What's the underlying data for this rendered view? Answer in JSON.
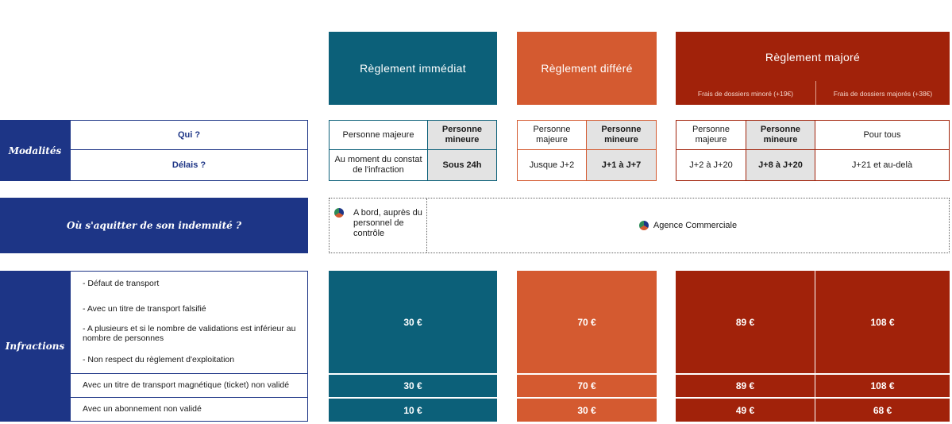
{
  "headers": {
    "immediat": "Règlement immédiat",
    "differe": "Règlement différé",
    "majore": "Règlement majoré",
    "majore_sub1": "Frais de dossiers minoré (+19€)",
    "majore_sub2": "Frais de dossiers majorés (+38€)"
  },
  "modalites": {
    "label": "Modalités",
    "qui": "Qui ?",
    "delais": "Délais ?",
    "immediat": {
      "majeure": "Personne majeure",
      "mineure": "Personne mineure",
      "delai_majeure": "Au moment du constat de l'infraction",
      "delai_mineure": "Sous 24h"
    },
    "differe": {
      "majeure": "Personne majeure",
      "mineure": "Personne mineure",
      "delai_majeure": "Jusque J+2",
      "delai_mineure": "J+1 à J+7"
    },
    "majore": {
      "majeure": "Personne majeure",
      "mineure": "Personne mineure",
      "tous": "Pour tous",
      "delai_majeure": "J+2 à J+20",
      "delai_mineure": "J+8 à J+20",
      "delai_tous": "J+21 et au-delà"
    }
  },
  "ou": {
    "label": "Où s'aquitter de son indemnité ?",
    "bord": "A bord, auprès du personnel de contrôle",
    "agence": "Agence Commerciale"
  },
  "infractions": {
    "label": "Infractions",
    "list": [
      "- Défaut de transport",
      "- Avec un titre de transport falsifié",
      "- A plusieurs et si le nombre de validations est inférieur au nombre de personnes",
      "- Non respect du règlement d'exploitation"
    ],
    "row2": "Avec un titre de transport magnétique (ticket) non validé",
    "row3": "Avec un abonnement non validé",
    "amounts": {
      "r1": [
        "30 €",
        "70 €",
        "89 €",
        "108 €"
      ],
      "r2": [
        "30 €",
        "70 €",
        "89 €",
        "108 €"
      ],
      "r3": [
        "10 €",
        "30 €",
        "49 €",
        "68 €"
      ]
    }
  },
  "colors": {
    "teal": "#0c6079",
    "orange": "#d45a30",
    "red": "#a1220a",
    "navy": "#1d3586"
  }
}
